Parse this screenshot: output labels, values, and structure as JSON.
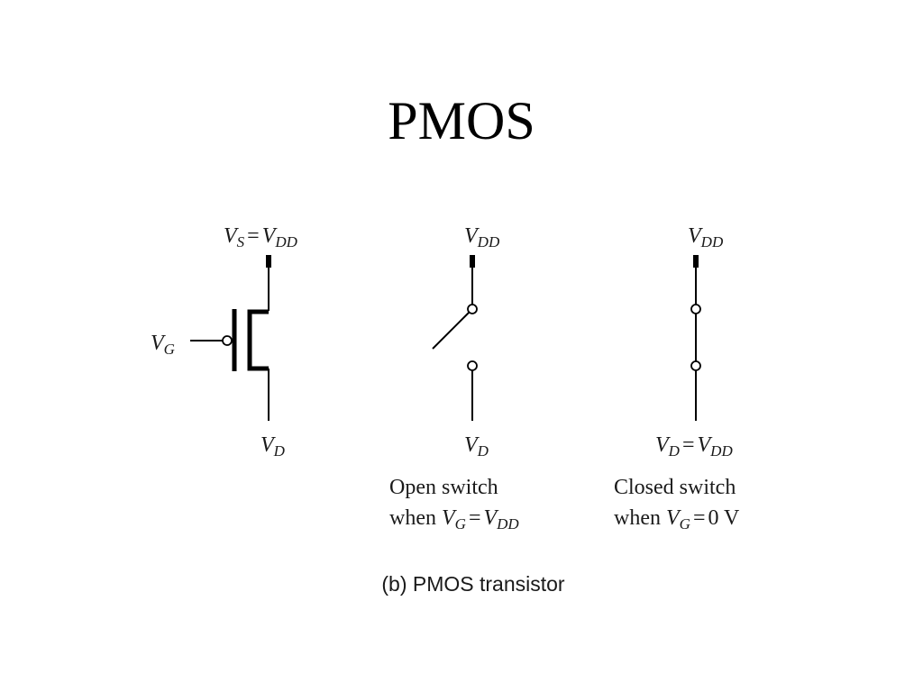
{
  "title": "PMOS",
  "caption": "(b) PMOS transistor",
  "transistor": {
    "source_label": {
      "v": "V",
      "sub_s": "S",
      "eq": "=",
      "v2": "V",
      "sub_dd": "DD"
    },
    "gate_label": {
      "v": "V",
      "sub": "G"
    },
    "drain_label": {
      "v": "V",
      "sub": "D"
    }
  },
  "open_switch": {
    "top_label": {
      "v": "V",
      "sub": "DD"
    },
    "bottom_label": {
      "v": "V",
      "sub": "D"
    },
    "caption_line1": "Open switch",
    "caption_when": "when",
    "caption_v": "V",
    "caption_sub_g": "G",
    "caption_eq": "=",
    "caption_v2": "V",
    "caption_sub_dd": "DD"
  },
  "closed_switch": {
    "top_label": {
      "v": "V",
      "sub": "DD"
    },
    "bottom_label": {
      "v": "V",
      "sub": "D",
      "eq": "=",
      "v2": "V",
      "sub2": "DD"
    },
    "caption_line1": "Closed switch",
    "caption_when": "when",
    "caption_v": "V",
    "caption_sub_g": "G",
    "caption_eq": "=",
    "caption_value": "0 V"
  }
}
